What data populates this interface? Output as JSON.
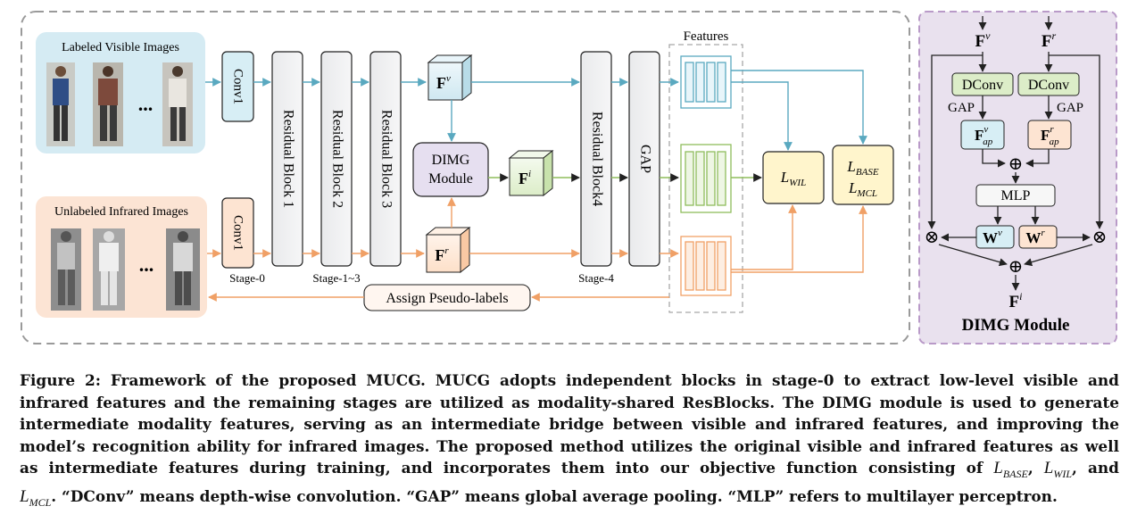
{
  "main": {
    "visible_panel_label": "Labeled Visible Images",
    "infrared_panel_label": "Unlabeled Infrared Images",
    "ellipsis": "...",
    "conv1_top": "Conv1",
    "conv1_bottom": "Conv1",
    "residual_blocks": [
      "Residual Block 1",
      "Residual Block 2",
      "Residual Block 3"
    ],
    "residual_block4": "Residual Block4",
    "gap": "GAP",
    "dimg_module": [
      "DIMG",
      "Module"
    ],
    "features_title": "Features",
    "feature_v": {
      "base": "F",
      "sup": "v"
    },
    "feature_i": {
      "base": "F",
      "sup": "i"
    },
    "feature_r": {
      "base": "F",
      "sup": "r"
    },
    "loss_wil": {
      "base": "L",
      "sub": "WIL"
    },
    "loss_base": {
      "base": "L",
      "sub": "BASE"
    },
    "loss_mcl": {
      "base": "L",
      "sub": "MCL"
    },
    "stage_labels": [
      "Stage-0",
      "Stage-1~3",
      "Stage-4"
    ],
    "assign_pseudo_labels": "Assign Pseudo-labels"
  },
  "dimg_panel": {
    "title": "DIMG Module",
    "input_v": {
      "base": "F",
      "sup": "v"
    },
    "input_r": {
      "base": "F",
      "sup": "r"
    },
    "dconv_left": "DConv",
    "dconv_right": "DConv",
    "gap_left": "GAP",
    "gap_right": "GAP",
    "fap_v": {
      "base": "F",
      "sub": "ap",
      "sup": "v"
    },
    "fap_r": {
      "base": "F",
      "sub": "ap",
      "sup": "r"
    },
    "plus_symbol": "⊕",
    "times_symbol": "⊗",
    "mlp": "MLP",
    "w_v": {
      "base": "W",
      "sup": "v"
    },
    "w_r": {
      "base": "W",
      "sup": "r"
    },
    "output": {
      "base": "F",
      "sup": "i"
    }
  },
  "caption": {
    "lines": [
      "Figure 2: Framework of the proposed MUCG. MUCG adopts independent blocks in stage-0 to extract low-level visible and",
      "infrared features and the remaining stages are utilized as modality-shared ResBlocks. The DIMG module is used to generate",
      "intermediate modality features, serving as an intermediate bridge between visible and infrared features, and improving the",
      "model’s recognition ability for infrared images. The proposed method utilizes the original visible and infrared features as well",
      "as intermediate features during training, and incorporates them into our objective function consisting of"
    ],
    "math_terms": [
      "L",
      "BASE",
      ", ",
      "L",
      "WIL",
      ", and"
    ],
    "last_line_lead": {
      "base": "L",
      "sub": "MCL"
    },
    "last_line_text": ". “DConv” means depth-wise convolution. “GAP” means global average pooling. “MLP” refers to multilayer perceptron."
  },
  "colors": {
    "visible": "#6cb3c9",
    "infrared": "#f2a56b",
    "intermediate": "#9bc46a",
    "dimg_panel_bg": "#e9e1ee",
    "dimg_panel_border": "#b99ac8",
    "loss_bg": "#fff5cc"
  }
}
